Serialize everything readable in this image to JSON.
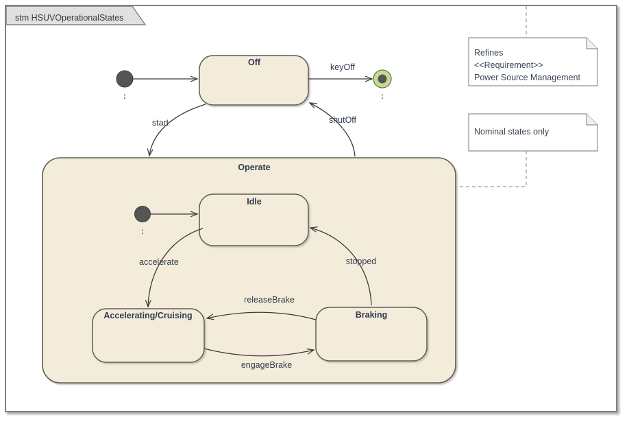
{
  "frame": {
    "title": "stm HSUVOperationalStates",
    "border_color": "#808080",
    "background": "#ffffff",
    "tab_fill": "#e0e0e0"
  },
  "theme": {
    "state_fill": "#f4ecda",
    "state_stroke": "#5c5c54",
    "text_color": "#2f3c4f",
    "initial_node_fill": "#555555",
    "final_node_ring": "#c3dd8e",
    "final_node_center": "#555555",
    "note_fill": "#ffffff",
    "note_stroke": "#909090",
    "connector_color": "#3a3a3a",
    "dashed_color": "#9a9a9a"
  },
  "states": [
    {
      "id": "off",
      "label": "Off"
    },
    {
      "id": "operate",
      "label": "Operate"
    },
    {
      "id": "idle",
      "label": "Idle"
    },
    {
      "id": "accelerating",
      "label": "Accelerating/Cruising"
    },
    {
      "id": "braking",
      "label": "Braking"
    }
  ],
  "pseudostates": [
    {
      "id": "initial-top",
      "kind": "initial",
      "label": ":"
    },
    {
      "id": "final-top",
      "kind": "final",
      "label": ":"
    },
    {
      "id": "initial-operate",
      "kind": "initial",
      "label": ":"
    }
  ],
  "transitions": [
    {
      "id": "t-start",
      "from": "initial-top",
      "to": "off",
      "label": ""
    },
    {
      "id": "t-keyoff",
      "from": "off",
      "to": "final-top",
      "label": "keyOff"
    },
    {
      "id": "t-start-operate",
      "from": "off",
      "to": "operate",
      "label": "start"
    },
    {
      "id": "t-shutoff",
      "from": "operate",
      "to": "off",
      "label": "shutOff"
    },
    {
      "id": "t-init-idle",
      "from": "initial-operate",
      "to": "idle",
      "label": ""
    },
    {
      "id": "t-accelerate",
      "from": "idle",
      "to": "accelerating",
      "label": "accelerate"
    },
    {
      "id": "t-stopped",
      "from": "braking",
      "to": "idle",
      "label": "stopped"
    },
    {
      "id": "t-releasebrake",
      "from": "braking",
      "to": "accelerating",
      "label": "releaseBrake"
    },
    {
      "id": "t-engagebrake",
      "from": "accelerating",
      "to": "braking",
      "label": "engageBrake"
    }
  ],
  "notes": [
    {
      "id": "note-refines",
      "lines": [
        "Refines",
        "<<Requirement>>",
        "Power Source Management"
      ]
    },
    {
      "id": "note-nominal",
      "lines": [
        "Nominal states only"
      ]
    }
  ]
}
